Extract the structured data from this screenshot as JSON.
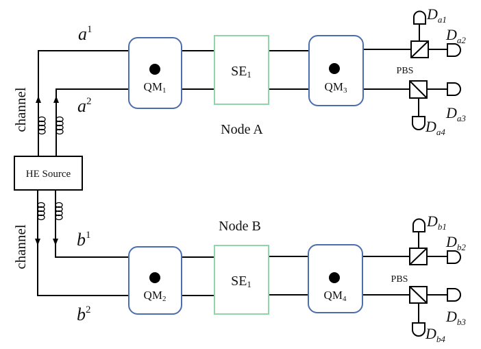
{
  "source": {
    "label": "HE Source"
  },
  "channel_label": "channel",
  "nodes": [
    {
      "label": "Node A"
    },
    {
      "label": "Node B"
    }
  ],
  "paths": {
    "a1": {
      "base": "a",
      "sup": "1"
    },
    "a2": {
      "base": "a",
      "sup": "2"
    },
    "b1": {
      "base": "b",
      "sup": "1"
    },
    "b2": {
      "base": "b",
      "sup": "2"
    }
  },
  "memories": [
    {
      "base": "QM",
      "sub": "1"
    },
    {
      "base": "QM",
      "sub": "3"
    },
    {
      "base": "QM",
      "sub": "2"
    },
    {
      "base": "QM",
      "sub": "4"
    }
  ],
  "swaps": [
    {
      "base": "SE",
      "sub": "1"
    },
    {
      "base": "SE",
      "sub": "1"
    }
  ],
  "pbs_label": "PBS",
  "detectors": {
    "a1": {
      "base": "D",
      "sub": "a1"
    },
    "a2": {
      "base": "D",
      "sub": "a2"
    },
    "a3": {
      "base": "D",
      "sub": "a3"
    },
    "a4": {
      "base": "D",
      "sub": "a4"
    },
    "b1": {
      "base": "D",
      "sub": "b1"
    },
    "b2": {
      "base": "D",
      "sub": "b2"
    },
    "b3": {
      "base": "D",
      "sub": "b3"
    },
    "b4": {
      "base": "D",
      "sub": "b4"
    }
  },
  "colors": {
    "memory_border": "#4a6db0",
    "swap_border": "#8fd6a6",
    "line": "#000000"
  }
}
